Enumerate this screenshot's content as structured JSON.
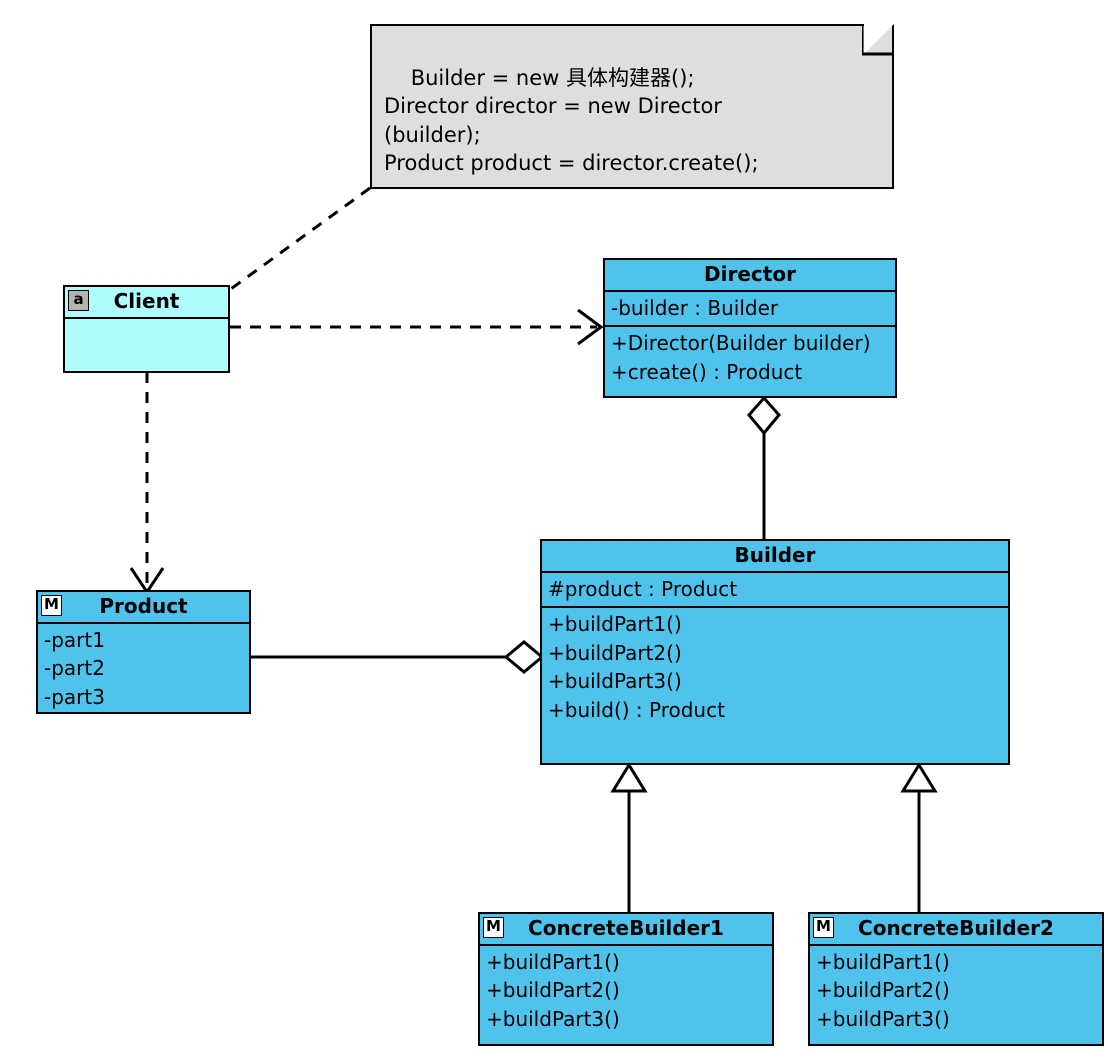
{
  "diagram": {
    "title": "Builder Pattern UML Class Diagram",
    "colors": {
      "class_fill": "#4fc3ec",
      "client_fill": "#aefefe",
      "note_fill": "#dededc",
      "stroke": "#000000",
      "background": "#ffffff"
    }
  },
  "note": {
    "name": "code-note",
    "text": "Builder = new 具体构建器();\nDirector director = new Director\n(builder);\nProduct product = director.create();",
    "lines": [
      "Builder = new 具体构建器();",
      "Director director = new Director",
      "(builder);",
      "Product product = director.create();"
    ]
  },
  "classes": {
    "client": {
      "name": "Client",
      "badge": "a",
      "badge_style": "gray",
      "attributes": [],
      "operations": []
    },
    "director": {
      "name": "Director",
      "badge": "",
      "badge_style": "none",
      "attributes": [
        "-builder : Builder"
      ],
      "operations": [
        "+Director(Builder builder)",
        "+create() : Product"
      ]
    },
    "product": {
      "name": "Product",
      "badge": "M",
      "badge_style": "white",
      "attributes": [
        "-part1",
        "-part2",
        "-part3"
      ],
      "operations": []
    },
    "builder": {
      "name": "Builder",
      "badge": "",
      "badge_style": "none",
      "attributes": [
        "#product : Product"
      ],
      "operations": [
        "+buildPart1()",
        "+buildPart2()",
        "+buildPart3()",
        "+build() : Product"
      ]
    },
    "concrete_builder_1": {
      "name": "ConcreteBuilder1",
      "badge": "M",
      "badge_style": "white",
      "attributes": [],
      "operations": [
        "+buildPart1()",
        "+buildPart2()",
        "+buildPart3()"
      ]
    },
    "concrete_builder_2": {
      "name": "ConcreteBuilder2",
      "badge": "M",
      "badge_style": "white",
      "attributes": [],
      "operations": [
        "+buildPart1()",
        "+buildPart2()",
        "+buildPart3()"
      ]
    }
  },
  "relationships": [
    {
      "name": "note-anchor",
      "type": "note-link",
      "style": "dashed",
      "from": "code-note",
      "to": "Client",
      "label": ""
    },
    {
      "name": "client-uses-director",
      "type": "dependency",
      "style": "dashed",
      "arrow": "open-arrow",
      "from": "Client",
      "to": "Director",
      "label": ""
    },
    {
      "name": "client-uses-product",
      "type": "dependency",
      "style": "dashed",
      "arrow": "open-arrow",
      "from": "Client",
      "to": "Product",
      "label": ""
    },
    {
      "name": "director-aggregates-builder",
      "type": "aggregation",
      "style": "solid",
      "arrow": "hollow-diamond",
      "from": "Director",
      "to": "Builder",
      "label": ""
    },
    {
      "name": "builder-aggregates-product",
      "type": "aggregation",
      "style": "solid",
      "arrow": "hollow-diamond",
      "from": "Builder",
      "to": "Product",
      "label": ""
    },
    {
      "name": "concretebuilder1-extends-builder",
      "type": "generalization",
      "style": "solid",
      "arrow": "hollow-triangle",
      "from": "ConcreteBuilder1",
      "to": "Builder",
      "label": ""
    },
    {
      "name": "concretebuilder2-extends-builder",
      "type": "generalization",
      "style": "solid",
      "arrow": "hollow-triangle",
      "from": "ConcreteBuilder2",
      "to": "Builder",
      "label": ""
    }
  ]
}
